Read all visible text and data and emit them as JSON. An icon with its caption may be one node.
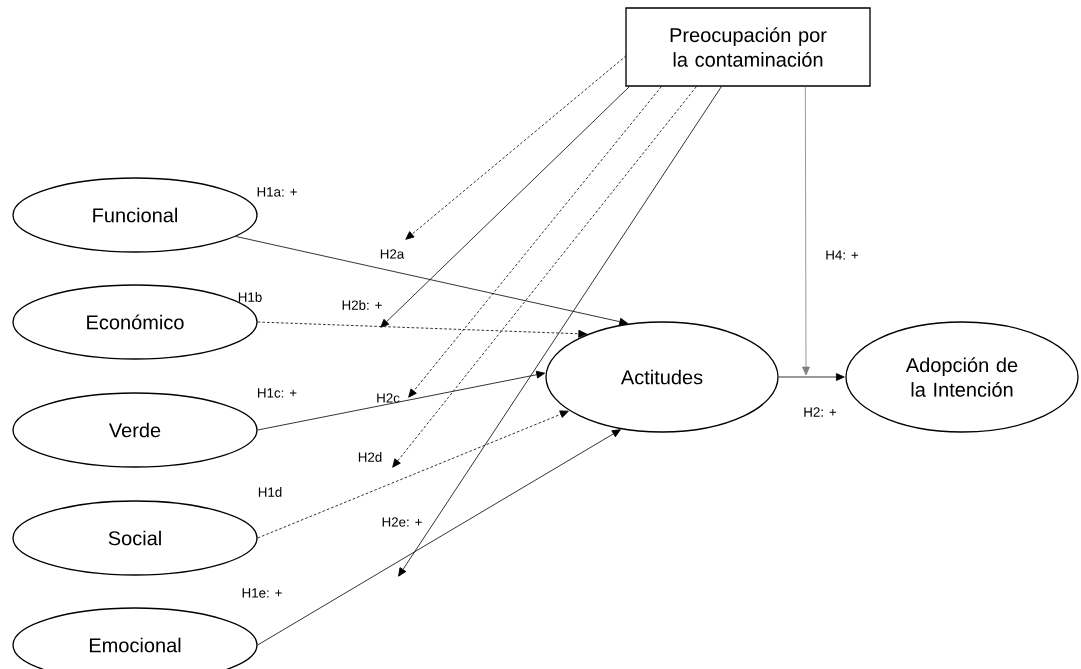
{
  "diagram": {
    "nodes": [
      {
        "text": [
          "Preocupación por la contaminación"
        ]
      },
      {
        "text": [
          "Funcional"
        ]
      },
      {
        "text": [
          "Económico"
        ]
      },
      {
        "text": [
          "Verde"
        ]
      },
      {
        "text": [
          "Social"
        ]
      },
      {
        "text": [
          "Emocional"
        ]
      },
      {
        "text": [
          "Actitudes"
        ]
      },
      {
        "text": [
          "Adopción de la Intención"
        ]
      }
    ],
    "edges": [
      {
        "from": 1,
        "to": 6,
        "arrow": "to",
        "label": "H1a: +"
      },
      {
        "from": 2,
        "to": 6,
        "arrow": "to",
        "label": "H1b",
        "style": "dashed"
      },
      {
        "from": 3,
        "to": 6,
        "arrow": "to",
        "label": "H1c: +"
      },
      {
        "from": 4,
        "to": 6,
        "arrow": "to",
        "label": "H1d",
        "style": "dashed"
      },
      {
        "from": 5,
        "to": 6,
        "arrow": "to",
        "label": "H1e: +"
      },
      {
        "from": 6,
        "to": 7,
        "arrow": "to",
        "label": "H2: +"
      },
      {
        "from": 0,
        "to": null,
        "arrow": "to",
        "label": "H2a",
        "style": "dashed"
      },
      {
        "from": 0,
        "to": null,
        "arrow": "to",
        "label": "H2b: +"
      },
      {
        "from": 0,
        "to": null,
        "arrow": "to",
        "label": "H2c",
        "style": "dashed"
      },
      {
        "from": 0,
        "to": null,
        "arrow": "to",
        "label": "H2d",
        "style": "dashed"
      },
      {
        "from": 0,
        "to": null,
        "arrow": "to",
        "label": "H2e: +"
      },
      {
        "from": 0,
        "to": null,
        "arrow": "to",
        "label": "H4: +",
        "color": "#7f7f7f"
      }
    ]
  }
}
